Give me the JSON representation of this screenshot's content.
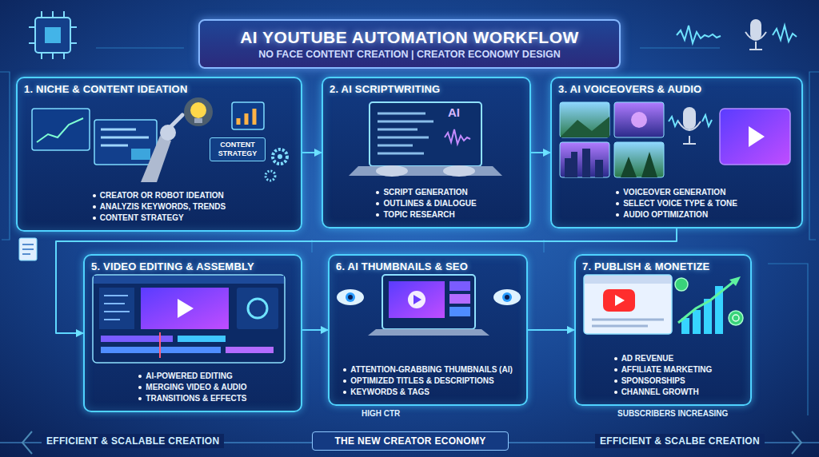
{
  "diagram": {
    "title": "AI YOUTUBE AUTOMATION WORKFLOW",
    "nodes": [
      {
        "text": [
          "1. NICHE & CONTENT IDEATION",
          "CREATOR OR ROBOT IDEATION",
          "ANALYZIS KEYWORDS, TRENDS",
          "CONTENT STRATEGY"
        ]
      },
      {
        "text": [
          "2. AI SCRIPTWRITING",
          "SCRIPT GENERATION",
          "OUTLINES & DIALOGUE",
          "TOPIC RESEARCH"
        ]
      },
      {
        "text": [
          "3. AI VOICEOVERS & AUDIO",
          "VOICEOVER GENERATION",
          "SELECT VOICE TYPE & TONE",
          "AUDIO OPTIMIZATION"
        ]
      },
      {
        "text": [
          "5. VIDEO EDITING & ASSEMBLY",
          "AI-POWERED EDITING",
          "MERGING VIDEO & AUDIO",
          "TRANSITIONS & EFFECTS"
        ]
      },
      {
        "text": [
          "6. AI THUMBNAILS & SEO",
          "ATTENTION-GRABBING THUMBNAILS (AI)",
          "OPTIMIZED TITLES & DESCRIPTIONS",
          "KEYWORDS & TAGS"
        ]
      },
      {
        "text": [
          "7. PUBLISH & MONETIZE",
          "AD REVENUE",
          "AFFILIATE MARKETING",
          "SPONSORSHIPS",
          "CHANNEL GROWTH"
        ]
      }
    ],
    "edges": [
      {
        "from": 0,
        "to": 1,
        "arrow": "to"
      },
      {
        "from": 1,
        "to": 2,
        "arrow": "to"
      },
      {
        "from": 2,
        "to": 3,
        "arrow": "to"
      },
      {
        "from": 3,
        "to": 4,
        "arrow": "to"
      },
      {
        "from": 4,
        "to": 5,
        "arrow": "to"
      }
    ],
    "labels": [
      "NO FACE CONTENT CREATION | CREATOR ECONOMY DESIGN",
      "CONTENT STRATEGY",
      "AI",
      "HIGH CTR",
      "SUBSCRIBERS INCREASING",
      "EFFICIENT & SCALABLE CREATION",
      "THE NEW CREATOR ECONOMY",
      "EFFICIENT & SCALBE CREATION"
    ]
  }
}
